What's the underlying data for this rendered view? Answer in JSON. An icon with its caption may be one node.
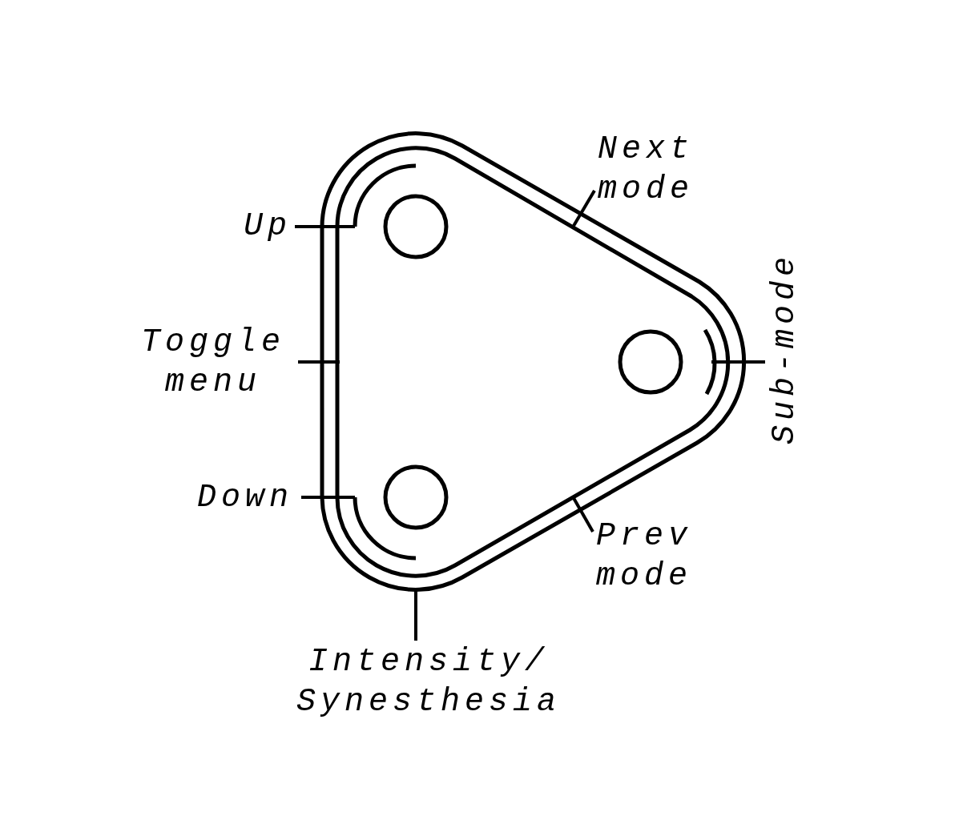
{
  "diagram": {
    "nodes": [
      {
        "text": [
          "Up"
        ]
      },
      {
        "text": [
          "Toggle menu"
        ]
      },
      {
        "text": [
          "Down"
        ]
      },
      {
        "text": [
          "Next mode"
        ]
      },
      {
        "text": [
          "Sub-mode"
        ]
      },
      {
        "text": [
          "Prev mode"
        ]
      },
      {
        "text": [
          "Intensity/ Synesthesia"
        ]
      }
    ],
    "edges": [
      {
        "from": 0,
        "to": null,
        "arrow": "none"
      },
      {
        "from": 1,
        "to": null,
        "arrow": "none"
      },
      {
        "from": 2,
        "to": null,
        "arrow": "none"
      },
      {
        "from": 3,
        "to": null,
        "arrow": "none"
      },
      {
        "from": 4,
        "to": null,
        "arrow": "none"
      },
      {
        "from": 5,
        "to": null,
        "arrow": "none"
      },
      {
        "from": 6,
        "to": null,
        "arrow": "none"
      }
    ]
  }
}
